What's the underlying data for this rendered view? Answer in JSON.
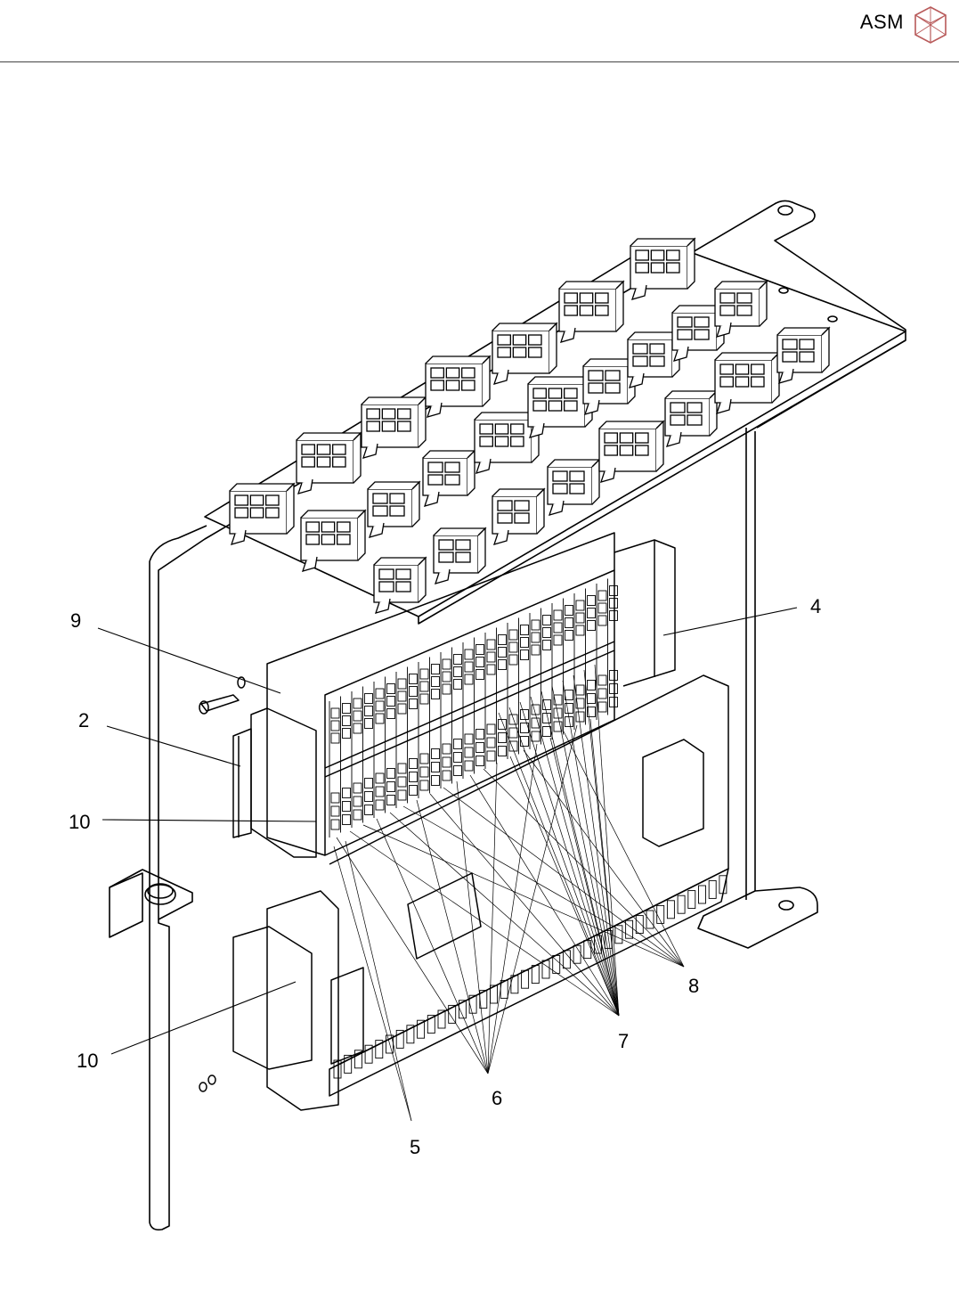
{
  "header": {
    "brand": "ASM",
    "logo_icon": "asm-cube-logo-icon"
  },
  "callouts": [
    "9",
    "2",
    "10",
    "4",
    "10",
    "8",
    "7",
    "6",
    "5"
  ]
}
